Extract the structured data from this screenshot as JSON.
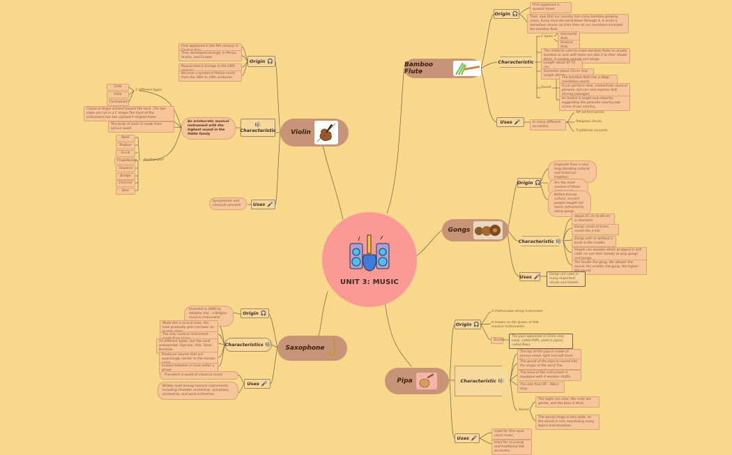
{
  "center": {
    "title": "UNIT 3: MUSIC",
    "icon": "music-instruments-icon"
  },
  "bamboo": {
    "title": "Bamboo Flute",
    "origin": {
      "label": "Origin",
      "items": [
        "First appeared in ancient times.",
        "Then, saw that our country has many bamboo growing areas. Every time the wind blows through it, it emits a melodious sound, so from then on our ancestors invented the bamboo flute."
      ]
    },
    "characteristic": {
      "label": "Characteristic",
      "types_label": "2 types",
      "types": [
        "Horizontal flute",
        "Vertical flute"
      ],
      "items": [
        "The material used to make bamboo flutes is usually bamboo or sork wife holes are also it to their allows them, it creates sounds and songs.",
        "Length about 45-55 cm.",
        "Diameter about 15mm and length 20mm"
      ],
      "sound_label": "Sound",
      "sound": [
        "The bamboo flute has a deep, melodious sound.",
        "It can perform slow, melancholic musical phrases, but can also express fast, stirring passages.",
        "Its timbre is bright and cheerful, suggesting the peaceful countryside scene of our country."
      ]
    },
    "uses": {
      "label": "Uses",
      "mid": "In many different occasions.",
      "items": [
        "Art performances.",
        "Religious rituals.",
        "Traditional concerts."
      ]
    }
  },
  "gongs": {
    "title": "Gongs",
    "origin": {
      "label": "Origin",
      "items": [
        "Originate from a very long-standing cultural and historical tradition.",
        "Are the most ancient of these instruments",
        "Before bronze culture, ancient people sought out stone instruments: stone gongs."
      ]
    },
    "characteristic": {
      "label": "Characteristic",
      "items": [
        "About 25 cm to 60 cm in diameter.",
        "Gongs made of brass, round like a hat.",
        "Gongs with or without a knob in the middle.",
        "People use wooden sticks wrapped in soft cloth (or use their hands) to play gongs and gongs.",
        "The louder the gong, the deeper the sound, the smaller the gong, the higher the sound."
      ]
    },
    "uses": {
      "label": "Uses",
      "items": [
        "Gongs are used in many important rituals and beliefs."
      ]
    }
  },
  "pipa": {
    "title": "Pipa",
    "origin": {
      "label": "Origin",
      "items": [
        "A Vietnamese string instrument.",
        "Is known as the queen of folk musical instruments."
      ],
      "similar_label": "Similar",
      "similar": "The pipa appeared in China very early, called PiPA, used in Japan, called Biwa."
    },
    "characteristic": {
      "label": "Characteristic",
      "items": [
        "The top of the pipa is made of porous wood, light and soft base.",
        "The guard of the pipa is carved into the shape of the word Tho.",
        "The head of the instrument is equipped with 4 wooden shafts.",
        "The size from 95 - 98cm long."
      ],
      "sound_label": "Sound",
      "sound": [
        "The highs are clear, the mids are gentle, and the bass is thick.",
        "The sound range is very wide, so the sound is rich, expressing many topics and emotions."
      ]
    },
    "uses": {
      "label": "Uses",
      "items": [
        "Used for fine royal court music.",
        "Used for ca Luong and traditional folk orchestra."
      ]
    }
  },
  "violin": {
    "title": "Violin",
    "origin": {
      "label": "Origin",
      "items": [
        "First appeared in the 9th century in Central Asia",
        "Then developed strongly in Persia, Arabia, and Europe",
        "Popularized in Europe in the 16th century",
        "Became a symbol of Italian music from the 18th to 19th centuries"
      ]
    },
    "characteristic": {
      "label": "Characteristic",
      "mid": "An aristocratic musical instrument with the highest sound in the fiddle family",
      "types_label": "3 different types",
      "types": [
        "Cello",
        "Viola",
        "Contrabass"
      ],
      "items": [
        "Classical shape slanted toward the neck. The two sides are cut in a C shape.The front of the instrument has two stylized F-shaped holes.",
        "The body of violin is made from spruce wood"
      ],
      "parts_label": "Another part",
      "parts": [
        "Neck",
        "Pegbox",
        "Scroll",
        "Fingerboard",
        "Tailpiece",
        "Bridge",
        "Chinrest",
        "Bow"
      ]
    },
    "uses": {
      "label": "Uses",
      "items": [
        "Symphonies and classical concerts"
      ]
    }
  },
  "saxophone": {
    "title": "Saxophone",
    "origin": {
      "label": "Origin",
      "items": [
        "Invented in 1840 by Adolphe Sax - a Belgian musical instrument designer"
      ]
    },
    "characteristic": {
      "label": "Characteristics",
      "items": [
        "Made like a conical tube, the tube gradually gets narrower as it goes down",
        "The only musical instrument made from brass.",
        "14 different types, but the most widespread: Soprano, Alto, Tenor, Baritone.",
        "Produced sounds that are surprisingly similar to the human voice",
        "Loaded between in tune within a group."
      ]
    },
    "uses": {
      "label": "Uses",
      "items": [
        "Prevalent in world of classical music",
        "Widely used among musical instruments, including chamber orchestras, symphony orchestras, and wind orchestras."
      ]
    }
  },
  "colors": {
    "background": "#f8d98c",
    "center": "#fb9a95",
    "main": "#c89478",
    "leaf": "#f8c59a",
    "line": "#6e5a45"
  }
}
